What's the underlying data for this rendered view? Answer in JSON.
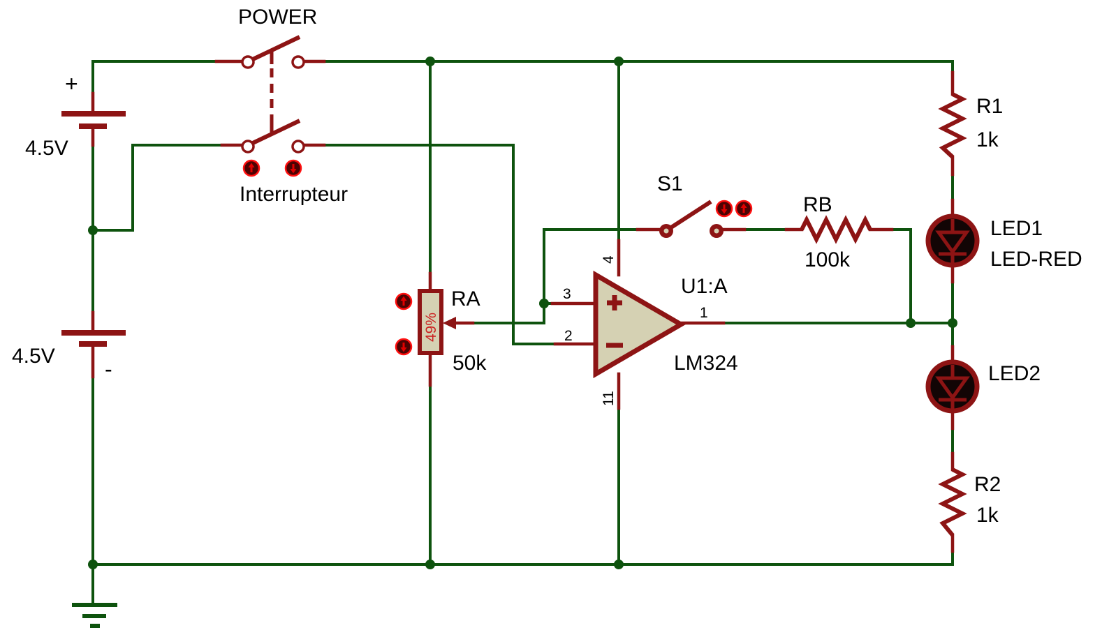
{
  "colors": {
    "bg": "#ffffff",
    "wire": "#0e530e",
    "comp": "#8d1414",
    "fill": "#d5d1b3",
    "ledfill": "#120505",
    "btnfill": "#4d0303",
    "btnring": "#ff1010",
    "btnarrow": "#e00000",
    "pottext": "#cc2222",
    "text": "#000000"
  },
  "components": {
    "power_switch": {
      "label": "POWER"
    },
    "interrupteur_switch": {
      "label": "Interrupteur"
    },
    "battery_top": {
      "value": "4.5V",
      "plus": "+"
    },
    "battery_bottom": {
      "value": "4.5V",
      "minus": "-"
    },
    "pot_ra": {
      "ref": "RA",
      "value": "50k",
      "wiper_position": "49%"
    },
    "opamp": {
      "ref": "U1:A",
      "part": "LM324",
      "pin_noninv": "3",
      "pin_inv": "2",
      "pin_out": "1",
      "pin_vplus": "4",
      "pin_vminus": "11"
    },
    "switch_s1": {
      "ref": "S1"
    },
    "resistor_rb": {
      "ref": "RB",
      "value": "100k"
    },
    "resistor_r1": {
      "ref": "R1",
      "value": "1k"
    },
    "led1": {
      "ref": "LED1",
      "value": "LED-RED"
    },
    "led2": {
      "ref": "LED2"
    },
    "resistor_r2": {
      "ref": "R2",
      "value": "1k"
    }
  }
}
